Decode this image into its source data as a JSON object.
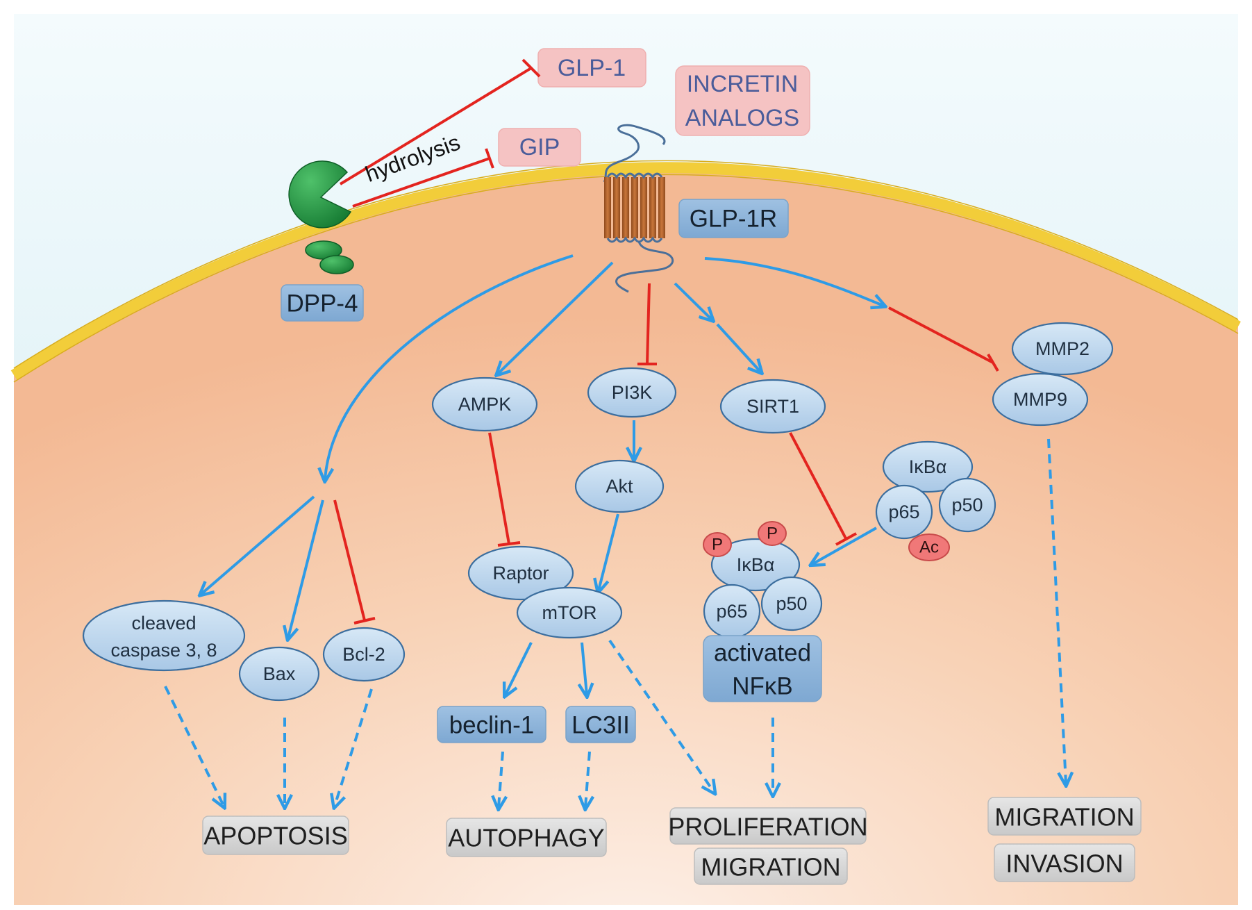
{
  "labels": {
    "glp1": "GLP-1",
    "gip": "GIP",
    "incretin_line1": "INCRETIN",
    "incretin_line2": "ANALOGS",
    "hydrolysis": "hydrolysis",
    "glp1r": "GLP-1R",
    "dpp4": "DPP-4",
    "ampk": "AMPK",
    "pi3k": "PI3K",
    "sirt1": "SIRT1",
    "mmp2": "MMP2",
    "mmp9": "MMP9",
    "akt": "Akt",
    "raptor": "Raptor",
    "mtor": "mTOR",
    "ikba_free": "IκBα",
    "p65_free": "p65",
    "p50_free": "p50",
    "ac": "Ac",
    "p_left": "P",
    "p_right": "P",
    "ikba_bound": "IκBα",
    "p65_bound": "p65",
    "p50_bound": "p50",
    "nfkb_line1": "activated",
    "nfkb_line2": "NFκB",
    "caspase_line1": "cleaved",
    "caspase_line2": "caspase 3, 8",
    "bax": "Bax",
    "bcl2": "Bcl-2",
    "beclin": "beclin-1",
    "lc3": "LC3II",
    "apoptosis": "APOPTOSIS",
    "autophagy": "AUTOPHAGY",
    "proliferation": "PROLIFERATION",
    "migration_center": "MIGRATION",
    "migration_right": "MIGRATION",
    "invasion": "INVASION"
  },
  "colors": {
    "activation_arrow": "#2e9be6",
    "inhibition_line": "#e3241f",
    "extracellular": "#d9f0f5",
    "cytoplasm": "#f6c9a8",
    "membrane": "#f2cd3a",
    "dpp4_enzyme": "#1d8a3a",
    "receptor": "#b8632a"
  }
}
